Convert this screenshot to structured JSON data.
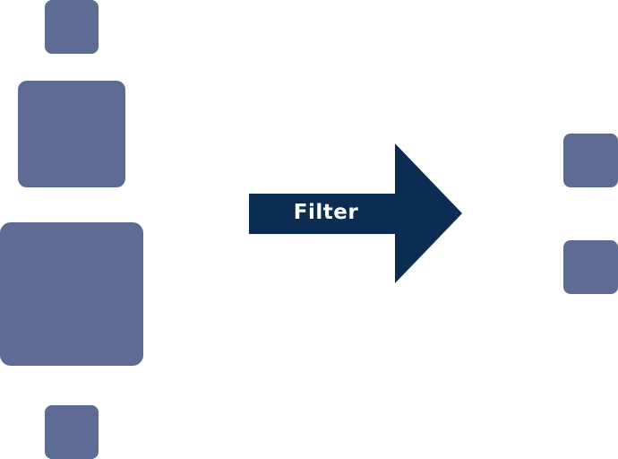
{
  "diagram": {
    "arrow_label": "Filter",
    "colors": {
      "square_fill": "#5e6b94",
      "arrow_fill": "#0b2d52",
      "label_text": "#ffffff",
      "background": "#ffffff"
    },
    "input_items_count": 4,
    "output_items_count": 2
  }
}
